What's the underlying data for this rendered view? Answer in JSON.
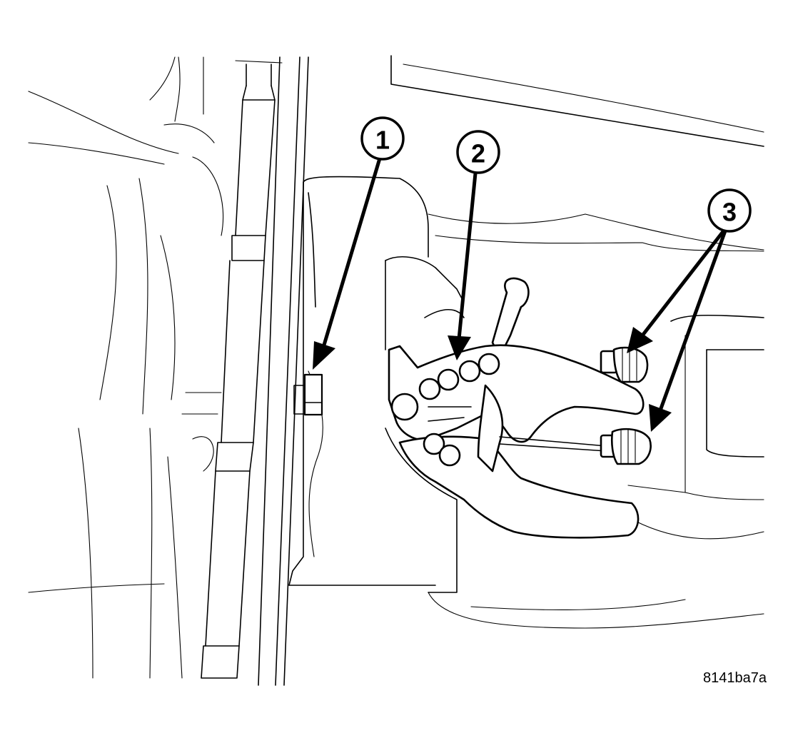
{
  "callouts": [
    {
      "number": "1"
    },
    {
      "number": "2"
    },
    {
      "number": "3"
    }
  ],
  "figure_id": "8141ba7a"
}
